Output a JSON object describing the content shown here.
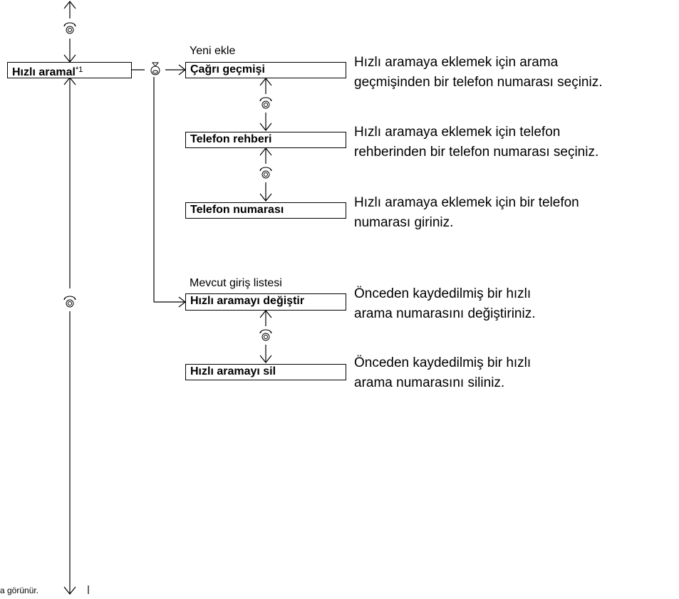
{
  "menu": {
    "root": {
      "label": "Hızlı aramal",
      "footnote_mark": "*1"
    },
    "groups": [
      {
        "heading": "Yeni ekle",
        "items": [
          {
            "label": "Çağrı geçmişi",
            "description": [
              "Hızlı aramaya eklemek için arama",
              "geçmişinden bir telefon numarası seçiniz."
            ]
          },
          {
            "label": "Telefon rehberi",
            "description": [
              "Hızlı aramaya eklemek için telefon",
              "rehberinden bir telefon numarası seçiniz."
            ]
          },
          {
            "label": "Telefon numarası",
            "description": [
              "Hızlı aramaya eklemek için bir telefon",
              "numarası giriniz."
            ]
          }
        ]
      },
      {
        "heading": "Mevcut giriş listesi",
        "items": [
          {
            "label": "Hızlı aramayı değiştir",
            "description": [
              "Önceden kaydedilmiş bir hızlı",
              "arama numarasını değiştiriniz."
            ]
          },
          {
            "label": "Hızlı aramayı sil",
            "description": [
              "Önceden kaydedilmiş bir hızlı",
              "arama numarasını siliniz."
            ]
          }
        ]
      }
    ]
  },
  "footnote": "a görünür.",
  "icons": {
    "rotate": "rotary-knob-icon",
    "press": "push-knob-icon"
  }
}
